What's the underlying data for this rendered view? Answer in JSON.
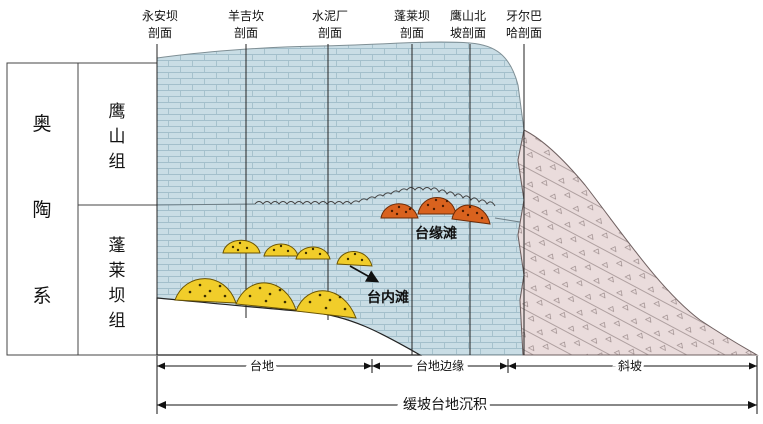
{
  "strata": {
    "system": [
      "奥",
      "陶",
      "系"
    ],
    "upper_group": [
      "鹰",
      "山",
      "组"
    ],
    "lower_group": [
      "蓬",
      "莱",
      "坝",
      "组"
    ]
  },
  "sections": [
    {
      "line1": "永安坝",
      "line2": "剖面"
    },
    {
      "line1": "羊吉坎",
      "line2": "剖面"
    },
    {
      "line1": "水泥厂",
      "line2": "剖面"
    },
    {
      "line1": "蓬莱坝",
      "line2": "剖面"
    },
    {
      "line1": "鹰山北",
      "line2": "坡剖面"
    },
    {
      "line1": "牙尔巴",
      "line2": "哈剖面"
    }
  ],
  "annotations": {
    "platform_margin_shoal": "台缘滩",
    "intra_platform_shoal": "台内滩"
  },
  "zones": {
    "platform": "台地",
    "platform_margin": "台地边缘",
    "slope": "斜坡"
  },
  "bottom_title": "缓坡台地沉积",
  "colors": {
    "limestone": "#c9dde5",
    "brick_line": "#9fbcc8",
    "slope_fill": "#eadcdc",
    "margin_shoal": "#d9621e",
    "intra_shoal": "#f1cd2a"
  }
}
